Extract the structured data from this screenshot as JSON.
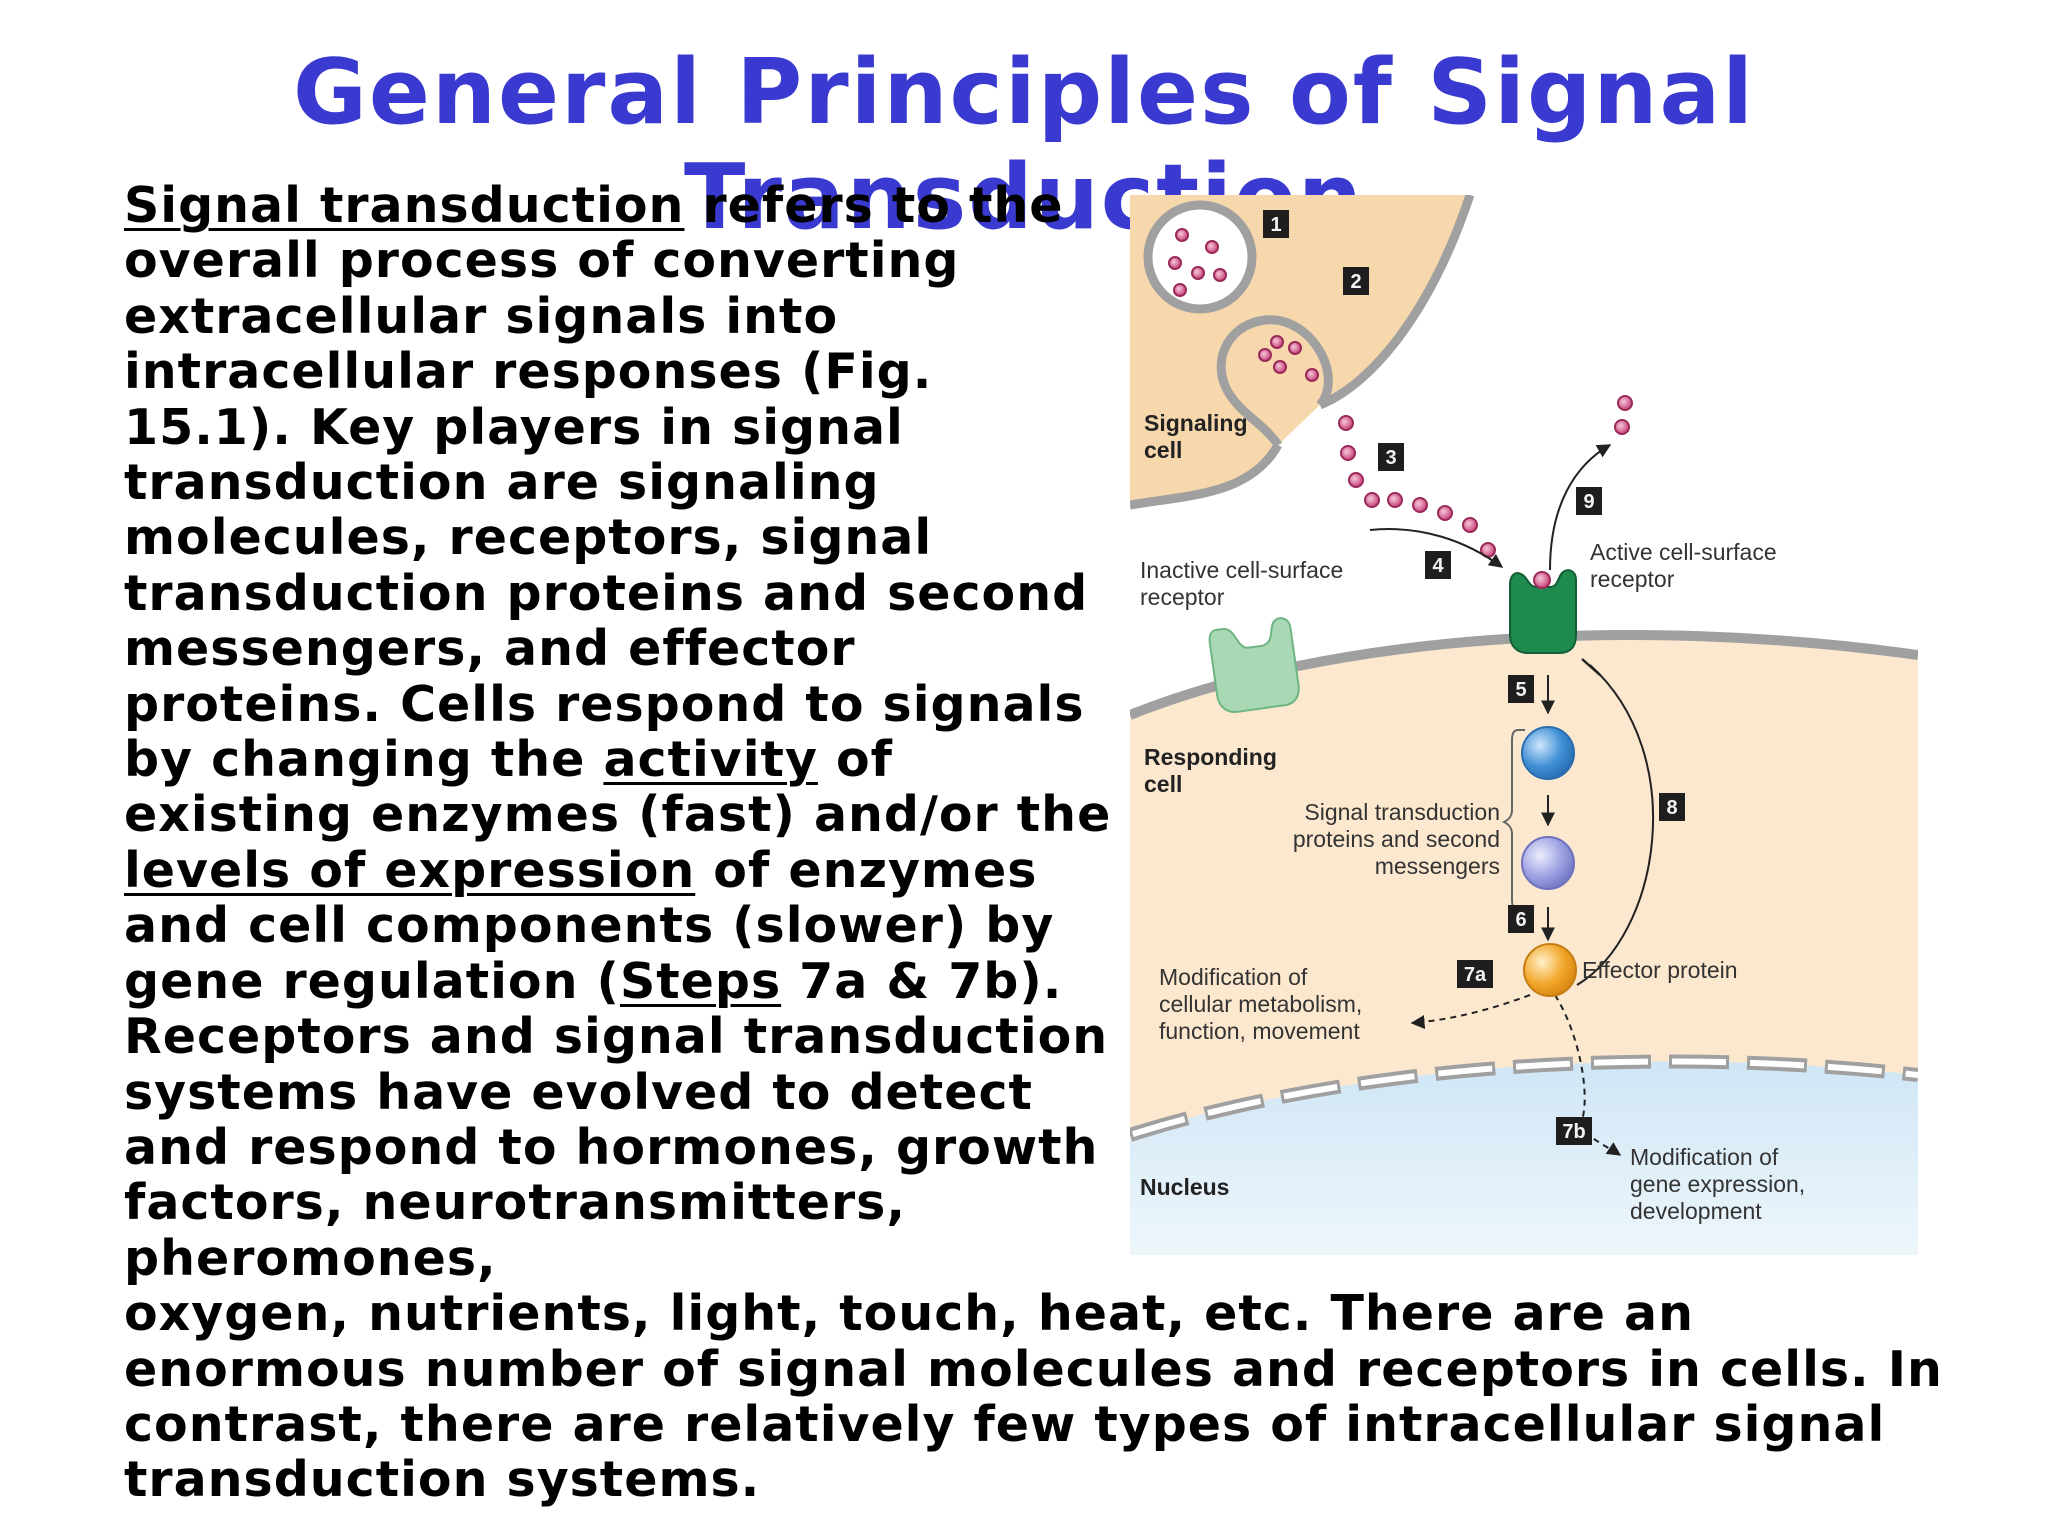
{
  "title": "General Principles of Signal Transduction",
  "body": {
    "l1_u": "Signal transduction",
    "l1_rest": " refers to the",
    "l2": "overall process of converting",
    "l3": "extracellular signals into",
    "l4": "intracellular responses (Fig.",
    "l5": "15.1). Key players in signal",
    "l6": "transduction are signaling",
    "l7": "molecules, receptors, signal",
    "l8": "transduction proteins and second",
    "l9": "messengers, and effector",
    "l10": "proteins. Cells respond to signals",
    "l11_a": "by changing the ",
    "l11_u": "activity",
    "l11_b": " of",
    "l12": "existing enzymes (fast) and/or the",
    "l13_u": "levels of expression",
    "l13_rest": " of enzymes",
    "l14": "and cell components (slower) by",
    "l15_a": "gene regulation (",
    "l15_u": "Steps",
    "l15_b": " 7a & 7b).",
    "l16": "Receptors and signal transduction",
    "l17": "systems have evolved to detect",
    "l18": "and respond to hormones, growth",
    "l19": "factors, neurotransmitters,",
    "l20": "pheromones,",
    "l21": "oxygen, nutrients, light, touch, heat, etc. There are an",
    "l22": "enormous number of signal molecules and receptors in cells. In",
    "l23": "contrast, there are relatively few types of intracellular signal",
    "l24": "transduction systems."
  },
  "figure": {
    "signaling_cell": [
      "Signaling",
      "cell"
    ],
    "inactive_receptor": [
      "Inactive cell-surface",
      "receptor"
    ],
    "active_receptor": [
      "Active cell-surface",
      "receptor"
    ],
    "responding_cell": [
      "Responding",
      "cell"
    ],
    "transduction_proteins": [
      "Signal transduction",
      "proteins and second",
      "messengers"
    ],
    "effector_protein": "Effector protein",
    "modification_metabolism": [
      "Modification of",
      "cellular metabolism,",
      "function, movement"
    ],
    "nucleus": "Nucleus",
    "modification_gene": [
      "Modification of",
      "gene expression,",
      "development"
    ],
    "steps": [
      "1",
      "2",
      "3",
      "4",
      "5",
      "6",
      "7a",
      "7b",
      "8",
      "9"
    ],
    "colors": {
      "signaling_cell": "#f7d8ad",
      "responding_cell": "#fbe8cf",
      "nucleus": "#bfe0f4",
      "membrane": "#a0a0a0",
      "signal_molecule": "#c8447a",
      "active_receptor": "#1e8a4e",
      "inactive_receptor": "#a9d9b4",
      "transduction_protein_blue": "#3f8fd6",
      "transduction_protein_violet": "#8a8ed8",
      "effector_protein": "#f2a72c"
    }
  }
}
